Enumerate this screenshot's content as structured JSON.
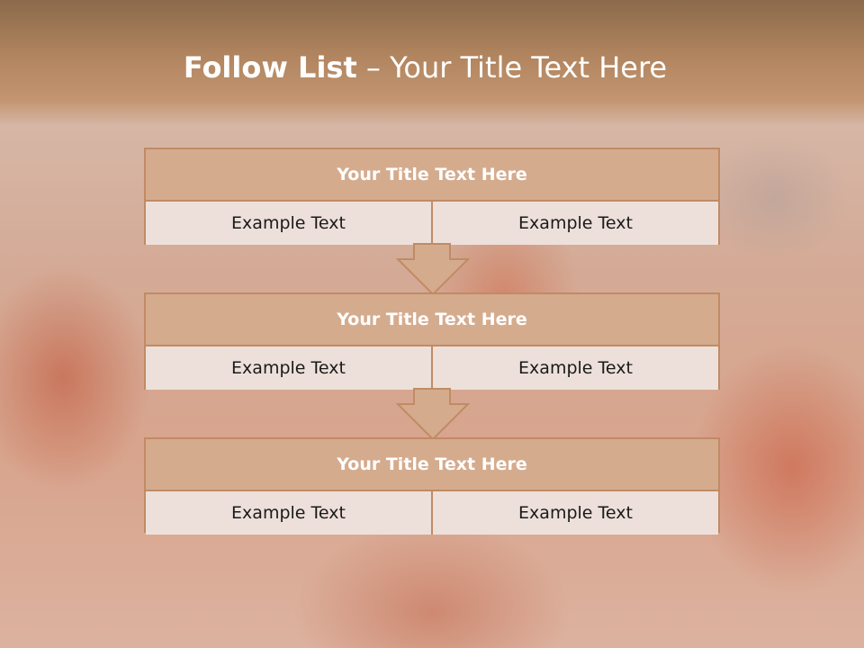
{
  "title": {
    "bold": "Follow List",
    "rest": " – Your Title Text Here"
  },
  "steps": [
    {
      "title": "Your Title Text Here",
      "left": "Example Text",
      "right": "Example Text"
    },
    {
      "title": "Your Title Text Here",
      "left": "Example Text",
      "right": "Example Text"
    },
    {
      "title": "Your Title Text Here",
      "left": "Example Text",
      "right": "Example Text"
    }
  ],
  "colors": {
    "header": "#b1855f",
    "box_title": "#d5ab8e",
    "box_cell": "#ede0da",
    "border": "#c08b64"
  }
}
